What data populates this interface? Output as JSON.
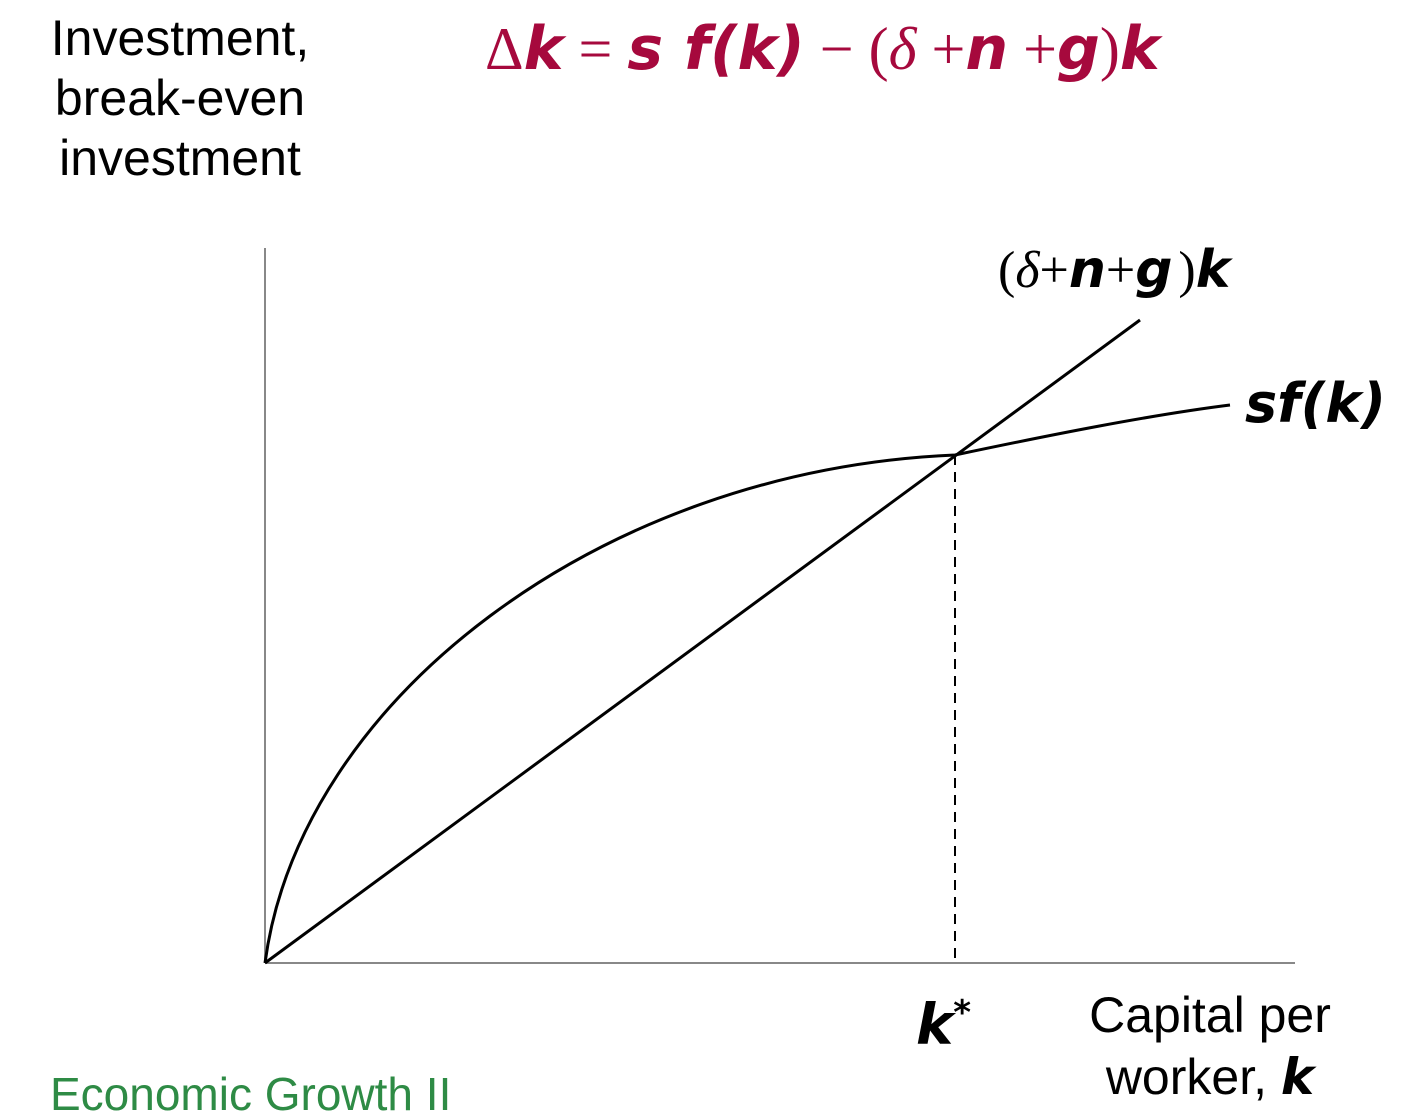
{
  "y_axis_label": [
    "Investment,",
    "break-even",
    "investment"
  ],
  "equation": {
    "color": "#a6093d",
    "parts": [
      "Δ",
      "k",
      " = ",
      "s f(k)",
      " − (",
      "δ",
      " +",
      "n",
      " +",
      "g",
      ")",
      "k"
    ]
  },
  "curve_labels": {
    "break_even": {
      "open": "(",
      "delta": "δ",
      "plus1": "+",
      "n": "n",
      "plus2": "+",
      "g": "g",
      "close": ")",
      "k": "k"
    },
    "saving": "sf(k)"
  },
  "steady_state_label": {
    "base": "k",
    "sup": "*"
  },
  "x_axis_label": {
    "line1": "Capital per",
    "line2_text": "worker, ",
    "line2_var": "k"
  },
  "footer": {
    "text": "Economic Growth II",
    "color": "#2e8b45"
  },
  "diagram": {
    "elements": [
      "y-axis",
      "x-axis",
      "break-even-line",
      "saving-curve",
      "steady-state-dashed-line"
    ]
  }
}
